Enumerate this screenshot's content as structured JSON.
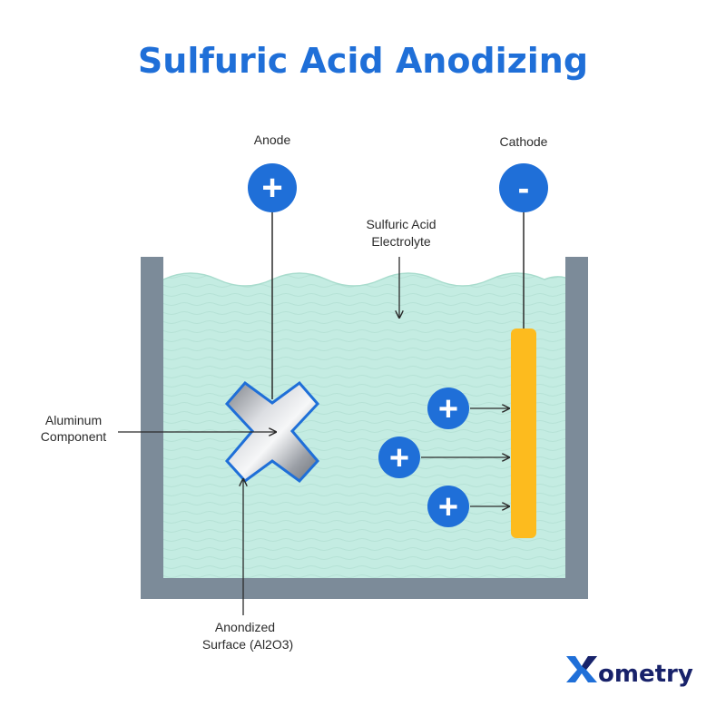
{
  "title": "Sulfuric Acid Anodizing",
  "labels": {
    "anode": "Anode",
    "cathode": "Cathode",
    "electrolyte_line1": "Sulfuric Acid",
    "electrolyte_line2": "Electrolyte",
    "component_line1": "Aluminum",
    "component_line2": "Component",
    "anodized_line1": "Anondized",
    "anodized_line2": "Surface (Al2O3)"
  },
  "symbols": {
    "anode_sign": "+",
    "cathode_sign": "-",
    "ion_sign": "+"
  },
  "ions": [
    {
      "name": "positive-ion-1",
      "sign": "+"
    },
    {
      "name": "positive-ion-2",
      "sign": "+"
    },
    {
      "name": "positive-ion-3",
      "sign": "+"
    }
  ],
  "brand": {
    "logo_text": "Xometry",
    "logo_mark": "X",
    "logo_rest": "ometry"
  },
  "colors": {
    "title_blue": "#1f6fd8",
    "electrode_blue": "#1f6fd8",
    "tank_gray": "#7c8b99",
    "electrolyte": "#c4ece2",
    "cathode_bar": "#fdbb1e",
    "text_dark": "#2b2b2b",
    "logo_navy": "#18226a"
  }
}
